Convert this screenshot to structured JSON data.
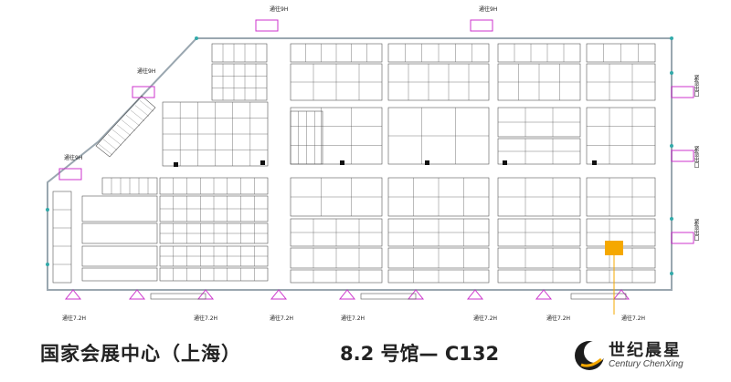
{
  "venue": "国家会展中心（上海）",
  "booth": "8.2 号馆— C132",
  "logo": {
    "cn": "世纪晨星",
    "en": "Century ChenXing",
    "icon": "crescent-moon-logo-icon"
  },
  "colors": {
    "wall": "#9aa7b0",
    "accent": "#cc33cc",
    "highlight": "#f5a800",
    "teal": "#33aaaa",
    "booth_line": "#555555"
  },
  "labels": {
    "passage_top_1": "通往9H",
    "passage_top_2": "通往9H",
    "passage_left_1": "通往9H",
    "passage_left_2": "通往9H",
    "emergency_1": "紧急出口",
    "emergency_2": "紧急出口",
    "emergency_3": "紧急出口",
    "bottom_1": "通往7.2H",
    "bottom_2": "通往7.2H",
    "bottom_3": "通往7.2H",
    "bottom_4": "通往7.2H",
    "bottom_5": "通往7.2H",
    "bottom_6": "通往7.2H",
    "bottom_7": "通往7.2H"
  }
}
